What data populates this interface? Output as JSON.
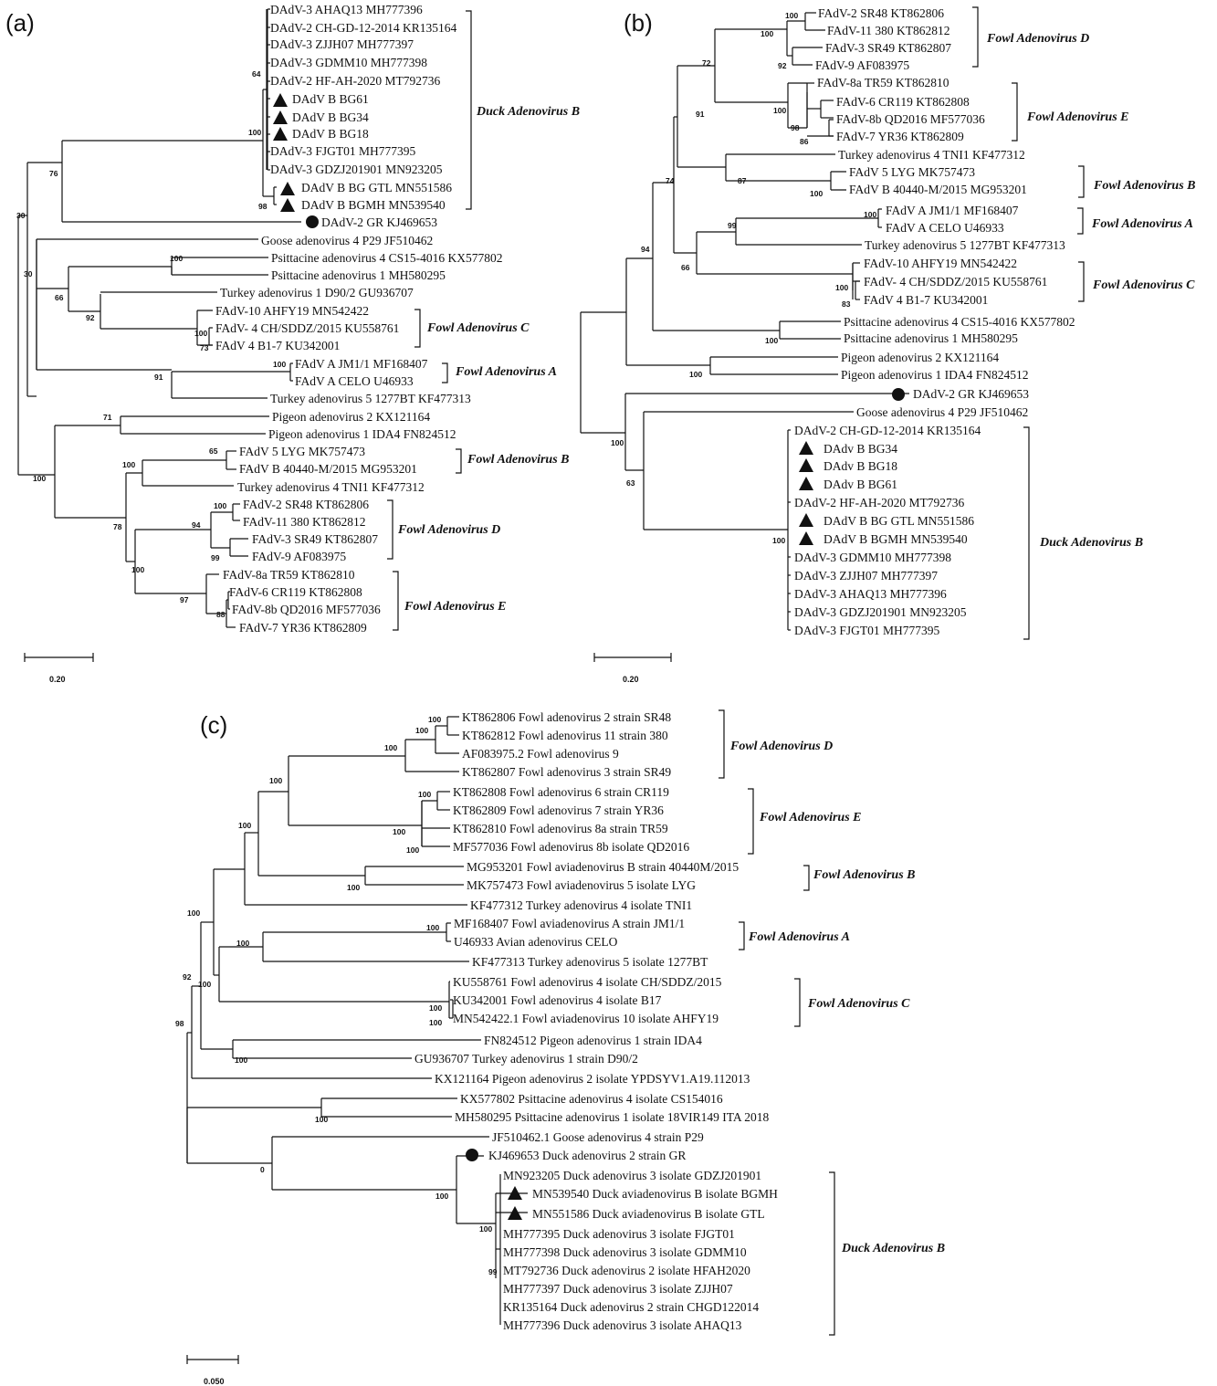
{
  "panels": [
    {
      "letter": "(a)",
      "scale": "0.20",
      "labels": [
        {
          "text": "DAdV-3 AHAQ13 MH777396"
        },
        {
          "text": "DAdV-2 CH-GD-12-2014 KR135164"
        },
        {
          "text": "DAdV-3 ZJJH07 MH777397"
        },
        {
          "text": "DAdV-3 GDMM10 MH777398"
        },
        {
          "text": "DAdV-2 HF-AH-2020 MT792736"
        },
        {
          "text": "DAdV B BG61",
          "marker": "triangle"
        },
        {
          "text": "DAdV B BG34",
          "marker": "triangle"
        },
        {
          "text": "DAdV B BG18",
          "marker": "triangle"
        },
        {
          "text": "DAdV-3 FJGT01 MH777395"
        },
        {
          "text": "DAdV-3 GDZJ201901 MN923205"
        },
        {
          "text": "DAdV B BG GTL MN551586",
          "marker": "triangle"
        },
        {
          "text": "DAdV B BGMH MN539540",
          "marker": "triangle"
        },
        {
          "text": "DAdV-2 GR KJ469653",
          "marker": "circle"
        },
        {
          "text": "Goose adenovirus 4 P29 JF510462"
        },
        {
          "text": "Psittacine adenovirus 4 CS15-4016 KX577802"
        },
        {
          "text": "Psittacine adenovirus 1 MH580295"
        },
        {
          "text": "Turkey adenovirus 1 D90/2 GU936707"
        },
        {
          "text": "FAdV-10 AHFY19 MN542422"
        },
        {
          "text": "FAdV- 4 CH/SDDZ/2015 KU558761"
        },
        {
          "text": "FAdV 4 B1-7 KU342001"
        },
        {
          "text": "FAdV A JM1/1 MF168407"
        },
        {
          "text": "FAdV A CELO U46933"
        },
        {
          "text": "Turkey adenovirus 5 1277BT KF477313"
        },
        {
          "text": "Pigeon adenovirus 2 KX121164"
        },
        {
          "text": "Pigeon adenovirus 1 IDA4 FN824512"
        },
        {
          "text": "FAdV 5 LYG MK757473"
        },
        {
          "text": "FAdV B 40440-M/2015 MG953201"
        },
        {
          "text": "Turkey adenovirus 4 TNI1 KF477312"
        },
        {
          "text": "FAdV-2 SR48 KT862806"
        },
        {
          "text": "FAdV-11 380 KT862812"
        },
        {
          "text": "FAdV-3 SR49 KT862807"
        },
        {
          "text": "FAdV-9 AF083975"
        },
        {
          "text": "FAdV-8a TR59 KT862810"
        },
        {
          "text": "FAdV-6 CR119 KT862808"
        },
        {
          "text": "FAdV-8b QD2016 MF577036"
        },
        {
          "text": "FAdV-7 YR36 KT862809"
        }
      ],
      "bootstraps": [
        "64",
        "100",
        "98",
        "76",
        "30",
        "30",
        "100",
        "66",
        "92",
        "100",
        "73",
        "100",
        "91",
        "71",
        "100",
        "65",
        "100",
        "100",
        "94",
        "99",
        "78",
        "100",
        "97",
        "88"
      ],
      "groups": [
        "Duck Adenovirus B",
        "Fowl Adenovirus C",
        "Fowl Adenovirus A",
        "Fowl Adenovirus B",
        "Fowl Adenovirus D",
        "Fowl Adenovirus E"
      ]
    },
    {
      "letter": "(b)",
      "scale": "0.20",
      "labels": [
        {
          "text": "FAdV-2 SR48 KT862806"
        },
        {
          "text": "FAdV-11 380 KT862812"
        },
        {
          "text": "FAdV-3 SR49 KT862807"
        },
        {
          "text": "FAdV-9 AF083975"
        },
        {
          "text": "FAdV-8a TR59 KT862810"
        },
        {
          "text": "FAdV-6 CR119 KT862808"
        },
        {
          "text": "FAdV-8b QD2016 MF577036"
        },
        {
          "text": "FAdV-7 YR36 KT862809"
        },
        {
          "text": "Turkey adenovirus 4 TNI1 KF477312"
        },
        {
          "text": "FAdV 5 LYG MK757473"
        },
        {
          "text": "FAdV B 40440-M/2015 MG953201"
        },
        {
          "text": "FAdV A JM1/1 MF168407"
        },
        {
          "text": "FAdV A CELO U46933"
        },
        {
          "text": "Turkey adenovirus 5 1277BT KF477313"
        },
        {
          "text": "FAdV-10 AHFY19 MN542422"
        },
        {
          "text": "FAdV- 4 CH/SDDZ/2015 KU558761"
        },
        {
          "text": "FAdV 4 B1-7 KU342001"
        },
        {
          "text": "Psittacine adenovirus 4 CS15-4016 KX577802"
        },
        {
          "text": "Psittacine adenovirus 1 MH580295"
        },
        {
          "text": "Pigeon adenovirus 2 KX121164"
        },
        {
          "text": "Pigeon adenovirus 1 IDA4 FN824512"
        },
        {
          "text": "DAdV-2 GR KJ469653",
          "marker": "circle"
        },
        {
          "text": "Goose adenovirus 4 P29 JF510462"
        },
        {
          "text": "DAdV-2 CH-GD-12-2014 KR135164"
        },
        {
          "text": "DAdv B BG34",
          "marker": "triangle"
        },
        {
          "text": "DAdv B BG18",
          "marker": "triangle"
        },
        {
          "text": "DAdv B BG61",
          "marker": "triangle"
        },
        {
          "text": "DAdV-2 HF-AH-2020 MT792736"
        },
        {
          "text": "DAdV B BG GTL MN551586",
          "marker": "triangle"
        },
        {
          "text": "DAdV B BGMH MN539540",
          "marker": "triangle"
        },
        {
          "text": "DAdV-3 GDMM10 MH777398"
        },
        {
          "text": "DAdV-3 ZJJH07 MH777397"
        },
        {
          "text": "DAdV-3 AHAQ13 MH777396"
        },
        {
          "text": "DAdV-3 GDZJ201901 MN923205"
        },
        {
          "text": "DAdV-3 FJGT01 MH777395"
        }
      ],
      "bootstraps": [
        "100",
        "100",
        "92",
        "72",
        "100",
        "98",
        "86",
        "91",
        "87",
        "100",
        "74",
        "100",
        "99",
        "66",
        "100",
        "83",
        "94",
        "100",
        "100",
        "100",
        "63",
        "100"
      ],
      "groups": [
        "Fowl Adenovirus D",
        "Fowl Adenovirus E",
        "Fowl Adenovirus B",
        "Fowl Adenovirus A",
        "Fowl Adenovirus C",
        "Duck Adenovirus B"
      ]
    },
    {
      "letter": "(c)",
      "scale": "0.050",
      "labels": [
        {
          "text": "KT862806 Fowl adenovirus 2 strain SR48"
        },
        {
          "text": "KT862812 Fowl adenovirus 11 strain 380"
        },
        {
          "text": "AF083975.2 Fowl adenovirus 9"
        },
        {
          "text": "KT862807 Fowl adenovirus 3 strain SR49"
        },
        {
          "text": "KT862808 Fowl adenovirus 6 strain CR119"
        },
        {
          "text": "KT862809 Fowl adenovirus 7 strain YR36"
        },
        {
          "text": "KT862810 Fowl adenovirus 8a strain TR59"
        },
        {
          "text": "MF577036 Fowl adenovirus 8b isolate QD2016"
        },
        {
          "text": "MG953201 Fowl aviadenovirus B strain 40440M/2015"
        },
        {
          "text": "MK757473 Fowl aviadenovirus 5 isolate LYG"
        },
        {
          "text": "KF477312 Turkey adenovirus 4 isolate TNI1"
        },
        {
          "text": "MF168407 Fowl aviadenovirus A strain JM1/1"
        },
        {
          "text": "U46933 Avian adenovirus CELO"
        },
        {
          "text": "KF477313 Turkey adenovirus 5 isolate 1277BT"
        },
        {
          "text": "KU558761 Fowl adenovirus 4 isolate CH/SDDZ/2015"
        },
        {
          "text": "KU342001 Fowl adenovirus 4 isolate B17"
        },
        {
          "text": "MN542422.1 Fowl aviadenovirus 10 isolate AHFY19"
        },
        {
          "text": "FN824512 Pigeon adenovirus 1 strain IDA4"
        },
        {
          "text": "GU936707 Turkey adenovirus 1 strain D90/2"
        },
        {
          "text": "KX121164 Pigeon adenovirus 2 isolate YPDSYV1.A19.112013"
        },
        {
          "text": "KX577802 Psittacine adenovirus 4 isolate CS154016"
        },
        {
          "text": "MH580295 Psittacine adenovirus 1 isolate 18VIR149 ITA 2018"
        },
        {
          "text": "JF510462.1 Goose adenovirus 4 strain P29"
        },
        {
          "text": "KJ469653 Duck adenovirus 2 strain GR",
          "marker": "circle"
        },
        {
          "text": "MN923205 Duck adenovirus 3 isolate GDZJ201901"
        },
        {
          "text": "MN539540 Duck aviadenovirus B isolate BGMH",
          "marker": "triangle"
        },
        {
          "text": "MN551586 Duck aviadenovirus B isolate GTL",
          "marker": "triangle"
        },
        {
          "text": "MH777395 Duck adenovirus 3 isolate FJGT01"
        },
        {
          "text": "MH777398 Duck adenovirus 3 isolate GDMM10"
        },
        {
          "text": "MT792736 Duck adenovirus 2 isolate HFAH2020"
        },
        {
          "text": "MH777397 Duck adenovirus 3 isolate ZJJH07"
        },
        {
          "text": "KR135164 Duck adenovirus 2 strain CHGD122014"
        },
        {
          "text": "MH777396 Duck adenovirus 3 isolate AHAQ13"
        }
      ],
      "bootstraps": [
        "100",
        "100",
        "100",
        "100",
        "100",
        "100",
        "100",
        "100",
        "100",
        "100",
        "100",
        "100",
        "100",
        "92",
        "98",
        "100",
        "100",
        "100",
        "100",
        "0",
        "100",
        "100",
        "99"
      ],
      "groups": [
        "Fowl Adenovirus D",
        "Fowl Adenovirus E",
        "Fowl Adenovirus B",
        "Fowl Adenovirus A",
        "Fowl Adenovirus C",
        "Duck Adenovirus B"
      ]
    }
  ]
}
